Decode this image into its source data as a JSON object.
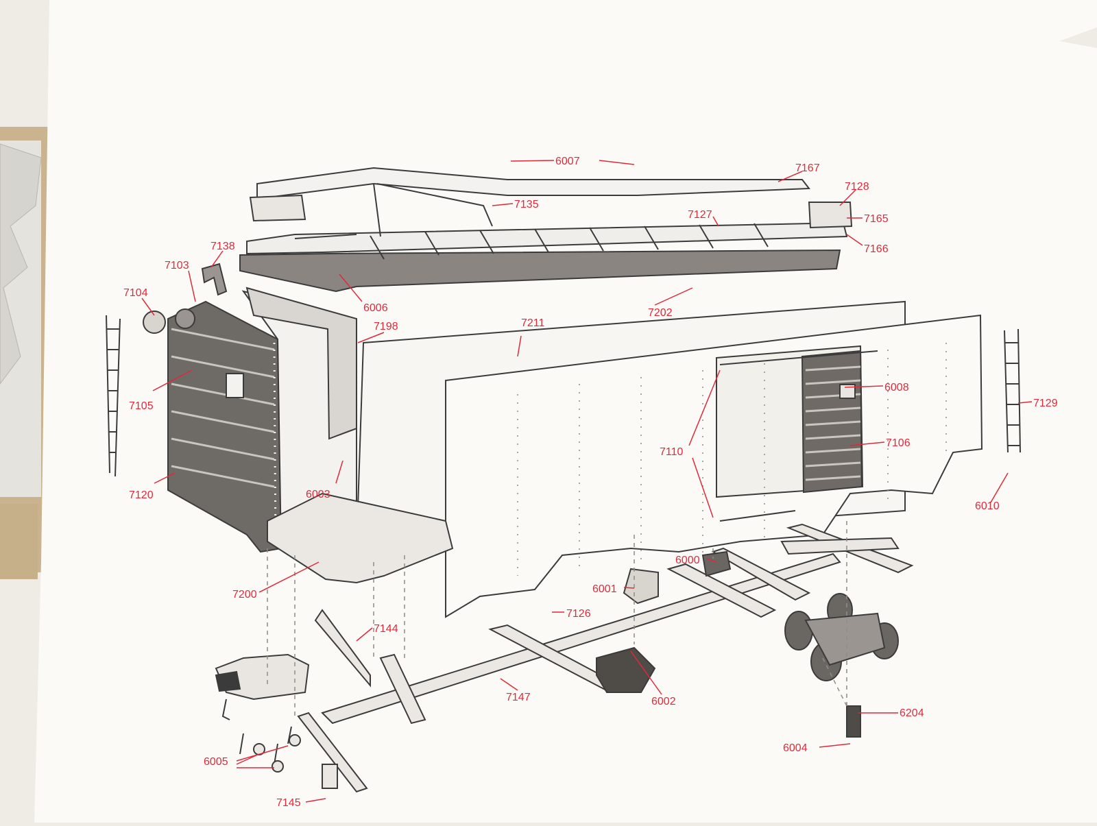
{
  "diagram": {
    "callouts": [
      {
        "id": "c6007",
        "text": "6007"
      },
      {
        "id": "c7167",
        "text": "7167"
      },
      {
        "id": "c7128",
        "text": "7128"
      },
      {
        "id": "c7135",
        "text": "7135"
      },
      {
        "id": "c7127",
        "text": "7127"
      },
      {
        "id": "c7165",
        "text": "7165"
      },
      {
        "id": "c7166",
        "text": "7166"
      },
      {
        "id": "c7138",
        "text": "7138"
      },
      {
        "id": "c7103",
        "text": "7103"
      },
      {
        "id": "c7104",
        "text": "7104"
      },
      {
        "id": "c6006",
        "text": "6006"
      },
      {
        "id": "c7202",
        "text": "7202"
      },
      {
        "id": "c7198",
        "text": "7198"
      },
      {
        "id": "c7211",
        "text": "7211"
      },
      {
        "id": "c7105",
        "text": "7105"
      },
      {
        "id": "c6008",
        "text": "6008"
      },
      {
        "id": "c7129",
        "text": "7129"
      },
      {
        "id": "c7110",
        "text": "7110"
      },
      {
        "id": "c7106",
        "text": "7106"
      },
      {
        "id": "c6003",
        "text": "6003"
      },
      {
        "id": "c7120",
        "text": "7120"
      },
      {
        "id": "c6010",
        "text": "6010"
      },
      {
        "id": "c6000",
        "text": "6000"
      },
      {
        "id": "c6001",
        "text": "6001"
      },
      {
        "id": "c7200",
        "text": "7200"
      },
      {
        "id": "c7126",
        "text": "7126"
      },
      {
        "id": "c7144",
        "text": "7144"
      },
      {
        "id": "c7147",
        "text": "7147"
      },
      {
        "id": "c6002",
        "text": "6002"
      },
      {
        "id": "c6204",
        "text": "6204"
      },
      {
        "id": "c6004",
        "text": "6004"
      },
      {
        "id": "c6005",
        "text": "6005"
      },
      {
        "id": "c7145",
        "text": "7145"
      }
    ],
    "colors": {
      "label": "#e0293b",
      "line": "#e0293b",
      "drawing": "#3b3b3b",
      "paper": "#fbfaf7",
      "box": "#c9b48f"
    }
  }
}
